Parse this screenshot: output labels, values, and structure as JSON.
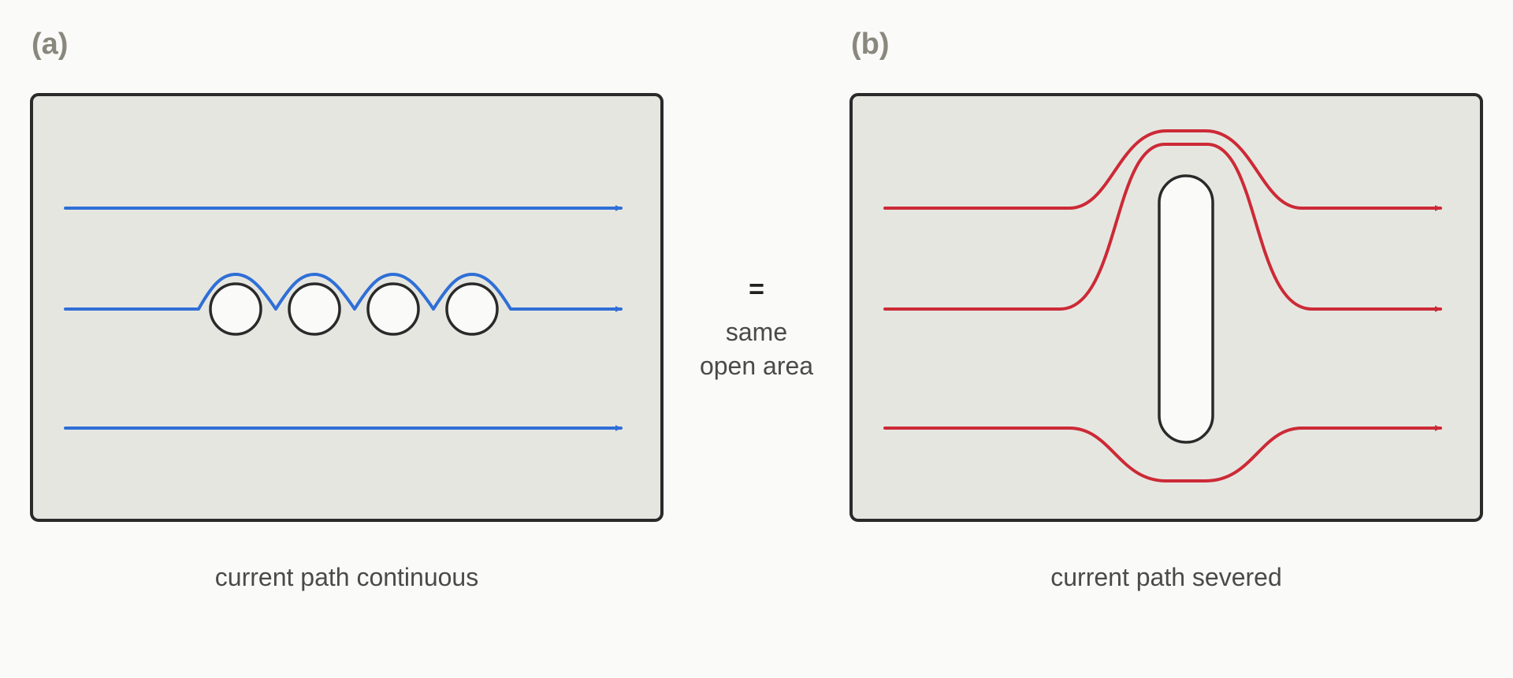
{
  "panel_a": {
    "label": "(a)",
    "caption": "current path continuous"
  },
  "panel_b": {
    "label": "(b)",
    "caption": "current path severed"
  },
  "comparison": {
    "symbol": "=",
    "line1": "same",
    "line2": "open area"
  },
  "colors": {
    "continuous_path": "#2f6fd6",
    "severed_path": "#cc2a36",
    "frame_fill": "#e6e6e1",
    "frame_stroke": "#2a2a2a",
    "label_gray": "#8a877e"
  }
}
